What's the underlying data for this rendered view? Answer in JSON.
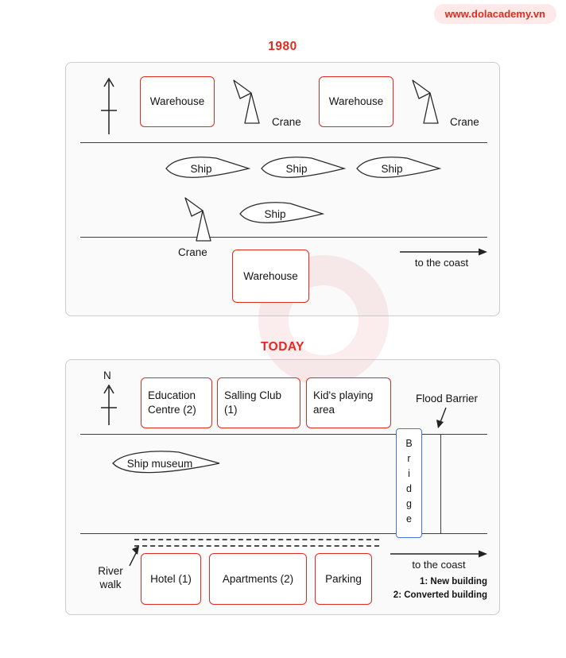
{
  "colors": {
    "accent_red": "#e02b20",
    "bridge_blue": "#4a72d8",
    "badge_bg": "#fde9e9",
    "watermark_pink": "#f8dde0"
  },
  "badge": {
    "text": "www.dolacademy.vn"
  },
  "map_1980": {
    "title": "1980",
    "warehouses": [
      "Warehouse",
      "Warehouse",
      "Warehouse"
    ],
    "crane_labels": [
      "Crane",
      "Crane",
      "Crane"
    ],
    "ships": [
      "Ship",
      "Ship",
      "Ship",
      "Ship"
    ],
    "to_coast": "to the coast"
  },
  "map_today": {
    "title": "TODAY",
    "north_label": "N",
    "buildings_top": [
      "Education Centre (2)",
      "Salling Club (1)",
      "Kid's playing area"
    ],
    "flood_barrier_label": "Flood Barrier",
    "ship_museum_label": "Ship museum",
    "bridge_label": "Bridge",
    "river_walk_label": "River walk",
    "buildings_bottom": [
      "Hotel (1)",
      "Apartments (2)",
      "Parking"
    ],
    "to_coast": "to the coast",
    "legend": [
      "1: New building",
      "2: Converted building"
    ]
  }
}
